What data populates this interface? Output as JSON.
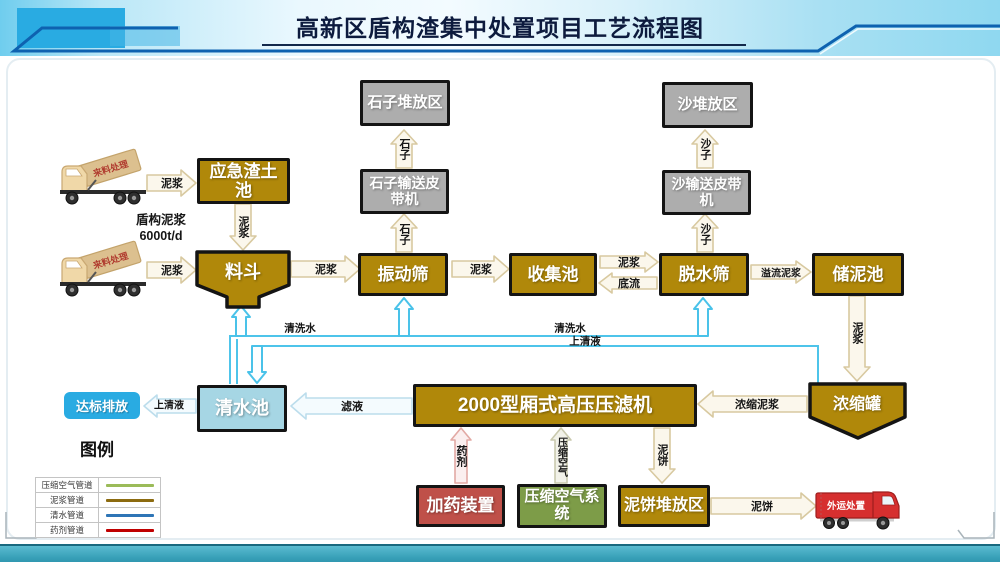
{
  "header": {
    "title": "高新区盾构渣集中处置项目工艺流程图"
  },
  "trucks": {
    "incoming_label": "来料处理",
    "outgoing_label": "外运处置",
    "feed_note_line1": "盾构泥浆",
    "feed_note_line2": "6000t/d"
  },
  "nodes": {
    "emergency_pool": "应急渣土池",
    "stone_yard": "石子堆放区",
    "stone_belt": "石子输送皮带机",
    "sand_yard": "沙堆放区",
    "sand_belt": "沙输送皮带机",
    "hopper": "料斗",
    "vibrating_screen": "振动筛",
    "collection_pool": "收集池",
    "dewatering_screen": "脱水筛",
    "mud_storage": "储泥池",
    "concentrator": "浓缩罐",
    "clear_water_pool": "清水池",
    "filter_press": "2000型厢式高压压滤机",
    "discharge": "达标排放",
    "dosing_device": "加药装置",
    "air_system": "压缩空气系统",
    "cake_yard": "泥饼堆放区"
  },
  "flows": {
    "mud": "泥浆",
    "stone": "石子",
    "sand": "沙子",
    "underflow": "底流",
    "overflow_mud": "溢流泥浆",
    "concentrated_mud": "浓缩泥浆",
    "filtrate": "滤液",
    "supernatant": "上清液",
    "chemical": "药剂",
    "compressed_air": "压缩空气",
    "mud_cake": "泥饼",
    "wash_water": "清洗水"
  },
  "legend": {
    "title": "图例",
    "items": [
      {
        "label": "压缩空气管道",
        "color": "#9bbb59"
      },
      {
        "label": "泥浆管道",
        "color": "#8c6b10"
      },
      {
        "label": "清水管道",
        "color": "#2e75b6"
      },
      {
        "label": "药剂管道",
        "color": "#c00000"
      }
    ]
  },
  "colors": {
    "process_box": "#b0880a",
    "stock_box": "#adadad",
    "dosing_box": "#bf5049",
    "air_box": "#7d9c48",
    "water_box": "#a6d6e4",
    "discharge_badge": "#29abe2",
    "water_line": "#4ec4ea",
    "header_accent": "#29abe2"
  }
}
